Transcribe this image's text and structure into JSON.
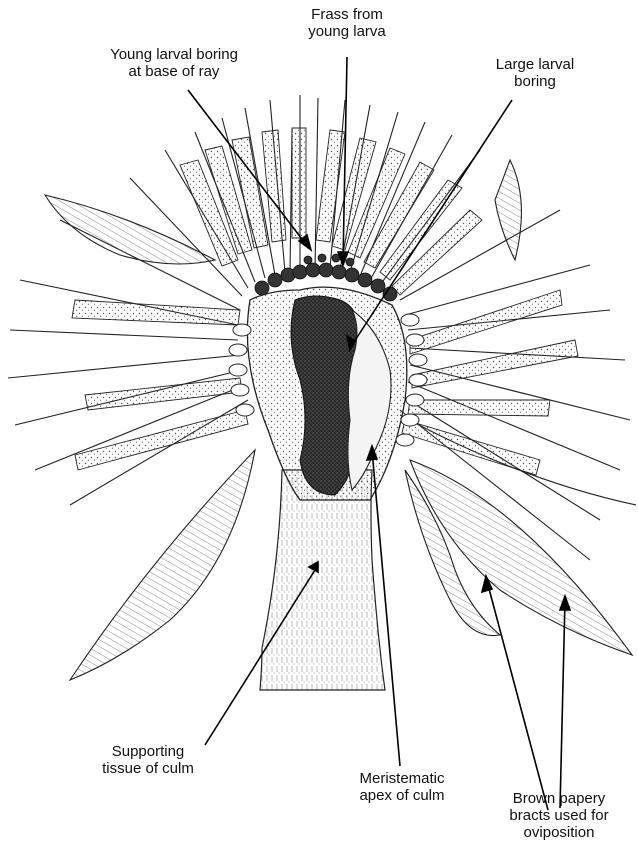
{
  "labels": {
    "frass": [
      "Frass from",
      "young larva"
    ],
    "young_boring": [
      "Young larval boring",
      "at base of ray"
    ],
    "large_boring": [
      "Large larval",
      "boring"
    ],
    "supporting": [
      "Supporting",
      "tissue of culm"
    ],
    "meristematic": [
      "Meristematic",
      "apex of culm"
    ],
    "bracts": [
      "Brown papery",
      "bracts used for",
      "oviposition"
    ]
  }
}
